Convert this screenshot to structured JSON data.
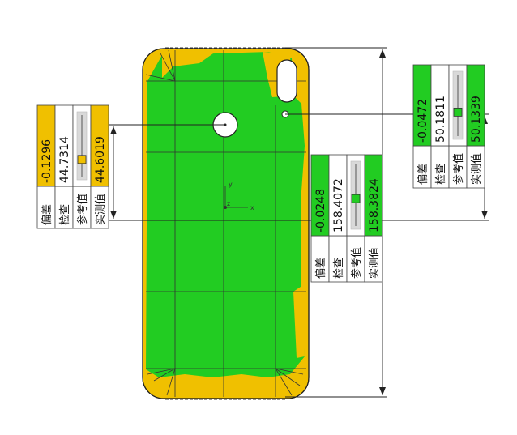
{
  "colors": {
    "in_tolerance": "#22cc22",
    "warning": "#f0c000",
    "outline": "#222222",
    "table_border": "#444444",
    "label_bg": "#ffffff"
  },
  "row_labels": {
    "deviation": "偏差",
    "check": "检查",
    "reference": "参考值",
    "measured": "实测值"
  },
  "axis": {
    "x_label": "x",
    "y_label": "y",
    "z_label": "z"
  },
  "annotations": [
    {
      "id": "hole-left",
      "deviation": "-0.1296",
      "check": "44.7314",
      "reference": "",
      "measured": "44.6019",
      "status": "warning",
      "deviation_fraction": 0.3
    },
    {
      "id": "length-middle",
      "deviation": "-0.0248",
      "check": "158.4072",
      "reference": "",
      "measured": "158.3824",
      "status": "ok",
      "deviation_fraction": 0.45
    },
    {
      "id": "hole-right",
      "deviation": "-0.0472",
      "check": "50.1811",
      "reference": "",
      "measured": "50.1339",
      "status": "ok",
      "deviation_fraction": 0.4
    }
  ]
}
